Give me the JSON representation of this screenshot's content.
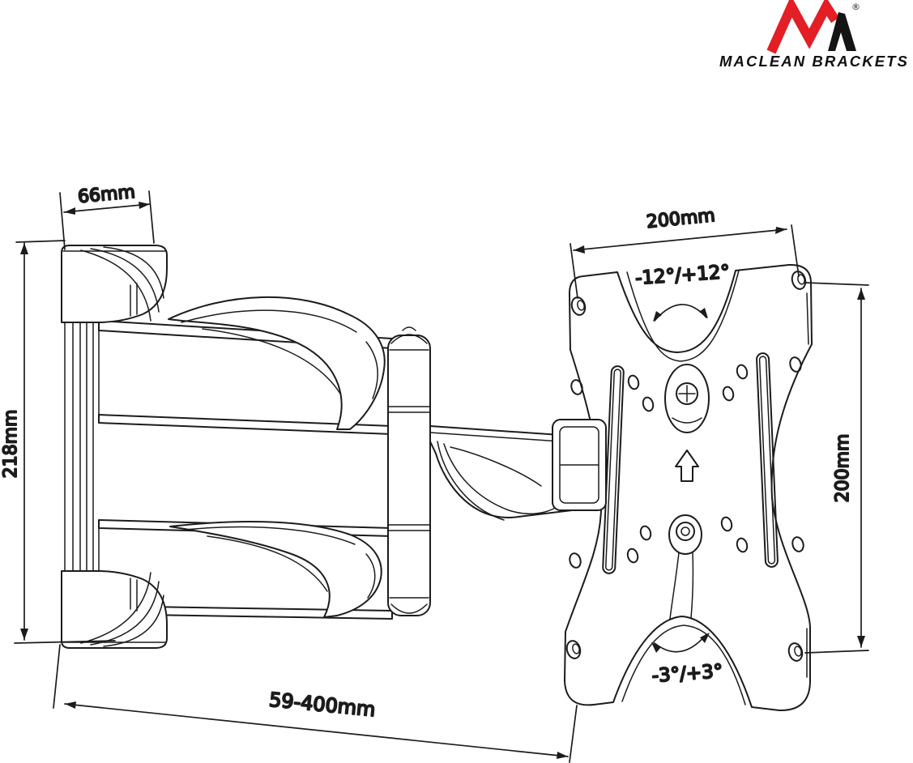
{
  "logo": {
    "mark": "maclean-m-logo",
    "registered_symbol": "®",
    "brand_text": "MACLEAN BRACKETS",
    "red": "#e31e24",
    "black": "#141414"
  },
  "annotations": {
    "wall_plate_width": "66mm",
    "wall_plate_height": "218mm",
    "arm_extension_range": "59-400mm",
    "vesa_width": "200mm",
    "vesa_height": "200mm",
    "swivel_range": "-12°/+12°",
    "tilt_range": "-3°/+3°"
  },
  "style": {
    "line_color": "#1c1c1c",
    "background": "#ffffff"
  }
}
